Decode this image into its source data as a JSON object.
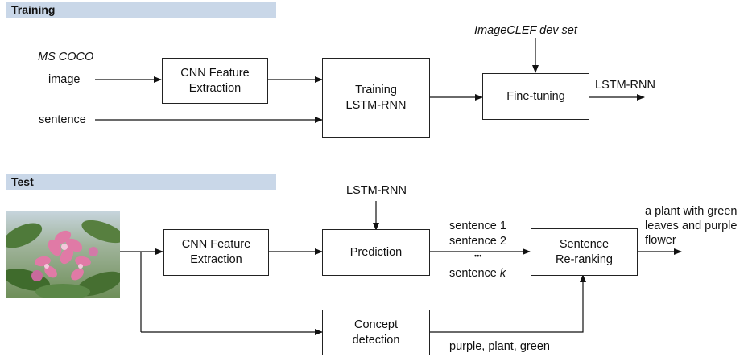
{
  "training": {
    "header": "Training",
    "ms_coco": "MS COCO",
    "image_label": "image",
    "sentence_label": "sentence",
    "cnn_box": [
      "CNN Feature",
      "Extraction"
    ],
    "train_box": [
      "Training",
      "LSTM-RNN"
    ],
    "finetune_box": "Fine-tuning",
    "dev_set": "ImageCLEF dev set",
    "output": "LSTM-RNN"
  },
  "test": {
    "header": "Test",
    "cnn_box": [
      "CNN Feature",
      "Extraction"
    ],
    "model_input": "LSTM-RNN",
    "prediction_box": "Prediction",
    "sentences": [
      "sentence 1",
      "sentence 2",
      "•••"
    ],
    "sentence_k_prefix": "sentence ",
    "sentence_k_var": "k",
    "rerank_box": [
      "Sentence",
      "Re-ranking"
    ],
    "concept_box": [
      "Concept",
      "detection"
    ],
    "concepts": "purple, plant, green",
    "output": [
      "a plant with green",
      "leaves and purple",
      "flower"
    ]
  },
  "colors": {
    "section_bar": "#c9d7e8",
    "petal": "#e07aa6",
    "leaf": "#3f6b2c"
  }
}
